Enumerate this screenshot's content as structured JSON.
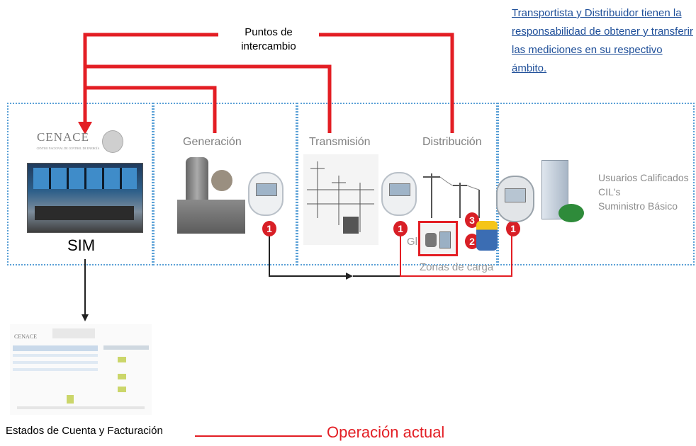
{
  "top_title": "",
  "exchange_label": "Puntos de\nintercambio",
  "note": "Transportista y Distribuidor tienen la responsabilidad de obtener y transferir las mediciones en su respectivo ámbito.",
  "cenace": {
    "logo_text": "CENACE",
    "logo_subtext": "CENTRO NACIONAL DE CONTROL DE ENERGÍA",
    "label": "SIM"
  },
  "sections": {
    "generacion": "Generación",
    "transmision": "Transmisión",
    "distribucion": "Distribución"
  },
  "users_text": "Usuarios Calificados\nCIL's\nSuministro Básico",
  "zonas_label": "Zonas de carga",
  "gi_label": "Gl",
  "badges": {
    "b1": "1",
    "b2": "2",
    "b3": "3"
  },
  "bottom_left": "Estados de  Cuenta y Facturación",
  "bottom_right": "Operación actual",
  "colors": {
    "red": "#e31e24",
    "blue": "#5aa0d6",
    "link": "#1f4f99",
    "gray": "#808080"
  }
}
